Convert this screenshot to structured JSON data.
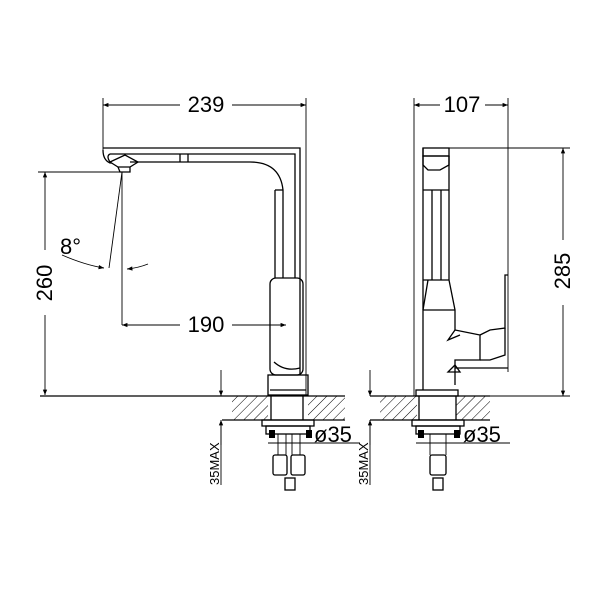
{
  "front_view": {
    "width_label": "239",
    "height_label": "260",
    "reach_label": "190",
    "angle_label": "8°",
    "hole_label": "ø35",
    "max_thickness_label": "35MAX"
  },
  "side_view": {
    "depth_label": "107",
    "height_label": "285",
    "hole_label": "ø35",
    "max_thickness_label": "35MAX"
  }
}
